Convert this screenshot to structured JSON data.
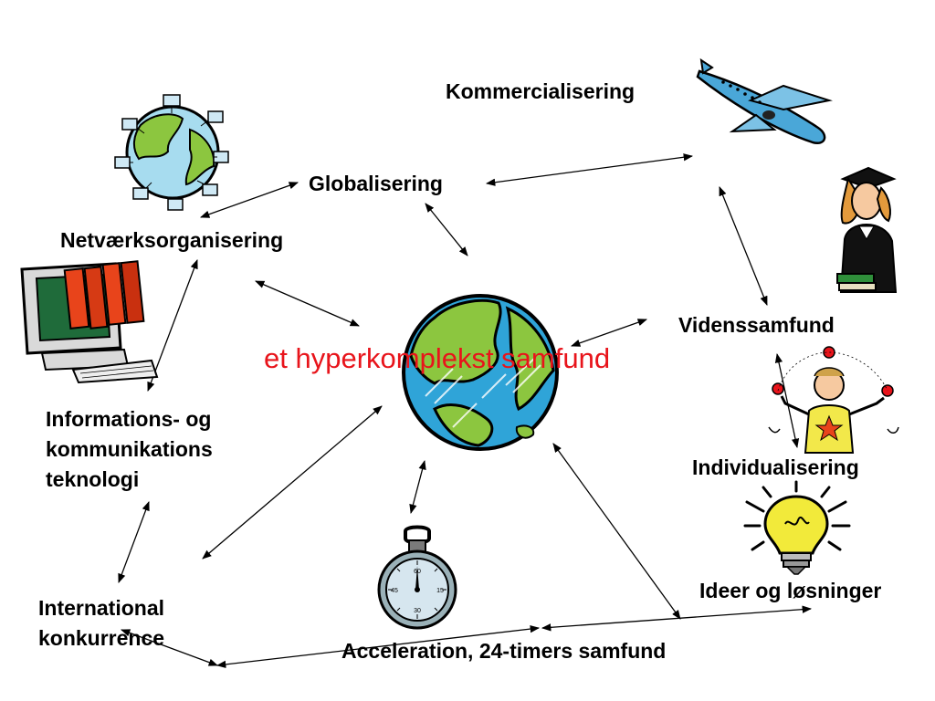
{
  "center_label": "et hyperkomplekst samfund",
  "nodes": {
    "kommercialisering": "Kommercialisering",
    "globalisering": "Globalisering",
    "netvaerk": "Netværksorganisering",
    "videnssamfund": "Videnssamfund",
    "ikt": [
      "Informations- og",
      "kommunikations",
      "teknologi"
    ],
    "individualisering": "Individualisering",
    "ideer": "Ideer og løsninger",
    "international": [
      "International",
      "konkurrence"
    ],
    "acceleration": "Acceleration, 24-timers samfund"
  },
  "stopwatch_numbers": [
    "60",
    "15",
    "30",
    "45"
  ],
  "colors": {
    "center_text": "#e8141b",
    "ocean": "#2fa4d8",
    "land": "#8cc63f"
  }
}
